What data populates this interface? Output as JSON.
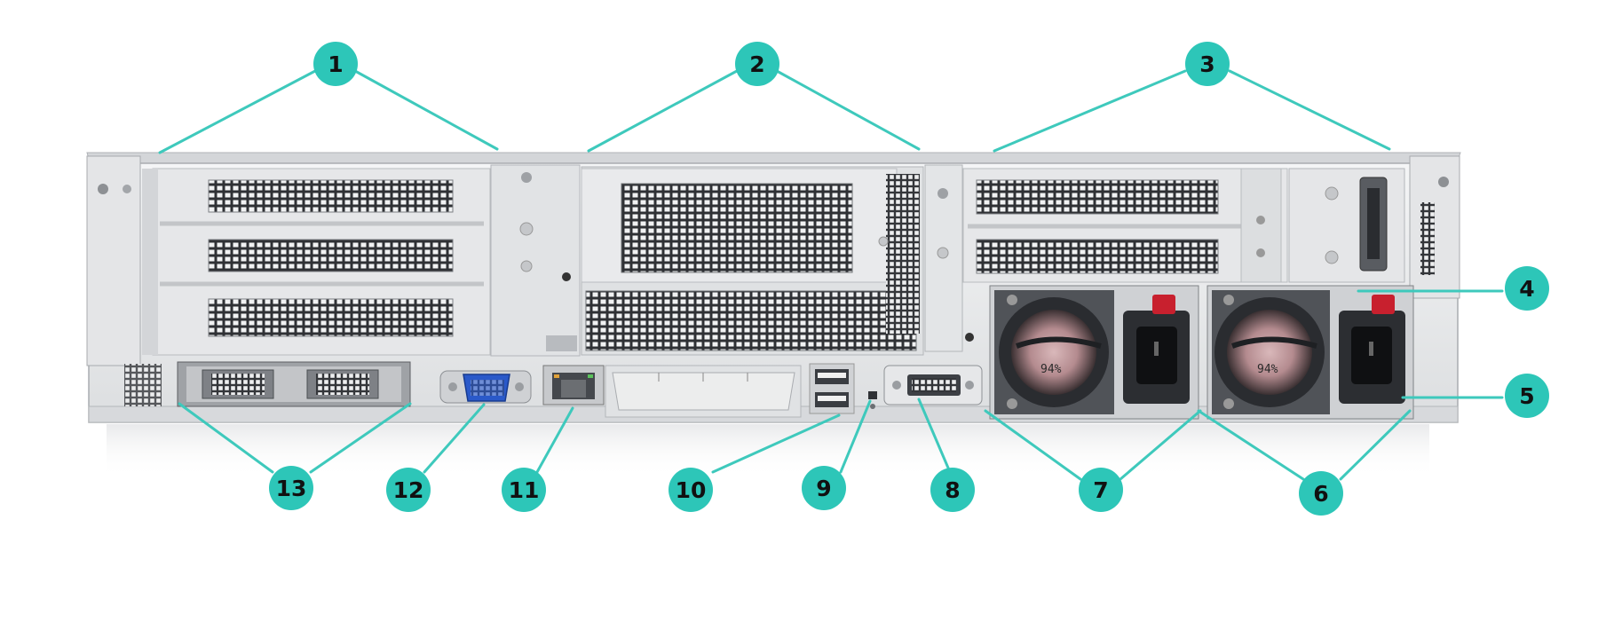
{
  "colors": {
    "accent": "#3ec9bc",
    "callout_fill": "#2dc6b8",
    "chassis": "#e9eaec",
    "chassis_edge": "#b8bbbf",
    "vent": "#2f3135",
    "vga_port": "#2a59c9",
    "psu_latch": "#c8202e",
    "fan_hub": "#c9a3a6"
  },
  "callouts": [
    {
      "id": 1,
      "label": "1"
    },
    {
      "id": 2,
      "label": "2"
    },
    {
      "id": 3,
      "label": "3"
    },
    {
      "id": 4,
      "label": "4"
    },
    {
      "id": 5,
      "label": "5"
    },
    {
      "id": 6,
      "label": "6"
    },
    {
      "id": 7,
      "label": "7"
    },
    {
      "id": 8,
      "label": "8"
    },
    {
      "id": 9,
      "label": "9"
    },
    {
      "id": 10,
      "label": "10"
    },
    {
      "id": 11,
      "label": "11"
    },
    {
      "id": 12,
      "label": "12"
    },
    {
      "id": 13,
      "label": "13"
    }
  ],
  "psu": {
    "efficiency_stamp": "94%"
  },
  "icons": [
    "server-chassis",
    "pcie-slot",
    "power-supply-fan",
    "vga-port",
    "rj45-port",
    "usb-port",
    "serial-port",
    "flexiblelom-ocp-card"
  ]
}
